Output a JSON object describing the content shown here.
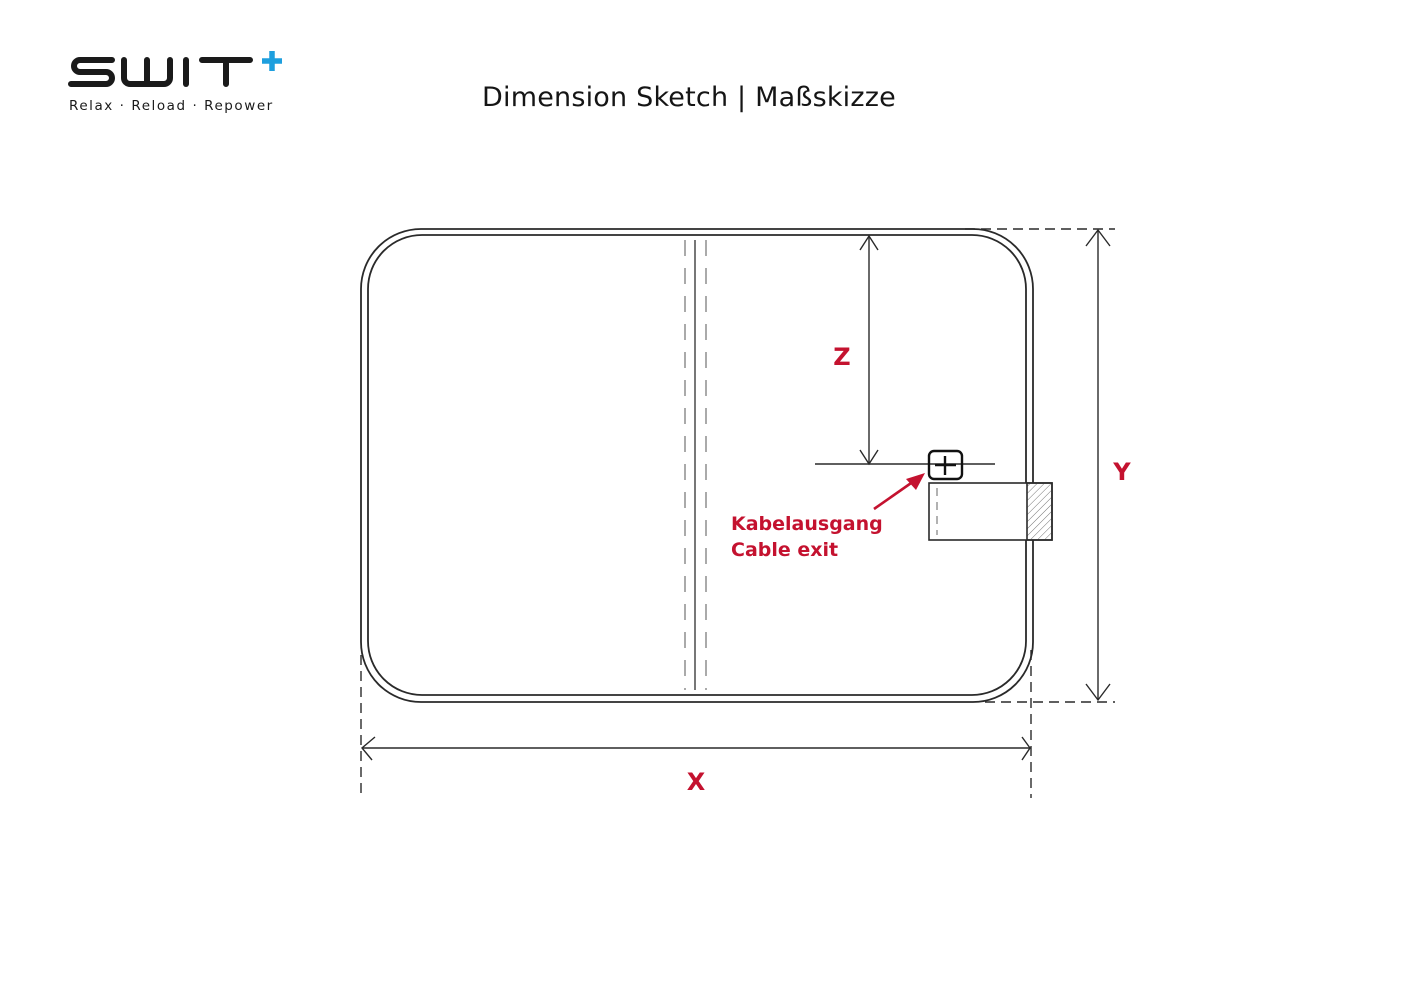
{
  "brand": {
    "name": "SWIT",
    "superscript": "+",
    "tagline": "Relax · Reload · Repower",
    "mark_color": "#1a1a1a",
    "plus_color": "#1e9fde"
  },
  "header": {
    "title": "Dimension Sketch | Maßskizze"
  },
  "drawing": {
    "line_color": "#2a2a2a",
    "label_color": "#c4122f",
    "dimensions": {
      "x_label": "X",
      "y_label": "Y",
      "z_label": "Z"
    },
    "cable_exit": {
      "label_de": "Kabelausgang",
      "label_en": "Cable exit"
    }
  }
}
